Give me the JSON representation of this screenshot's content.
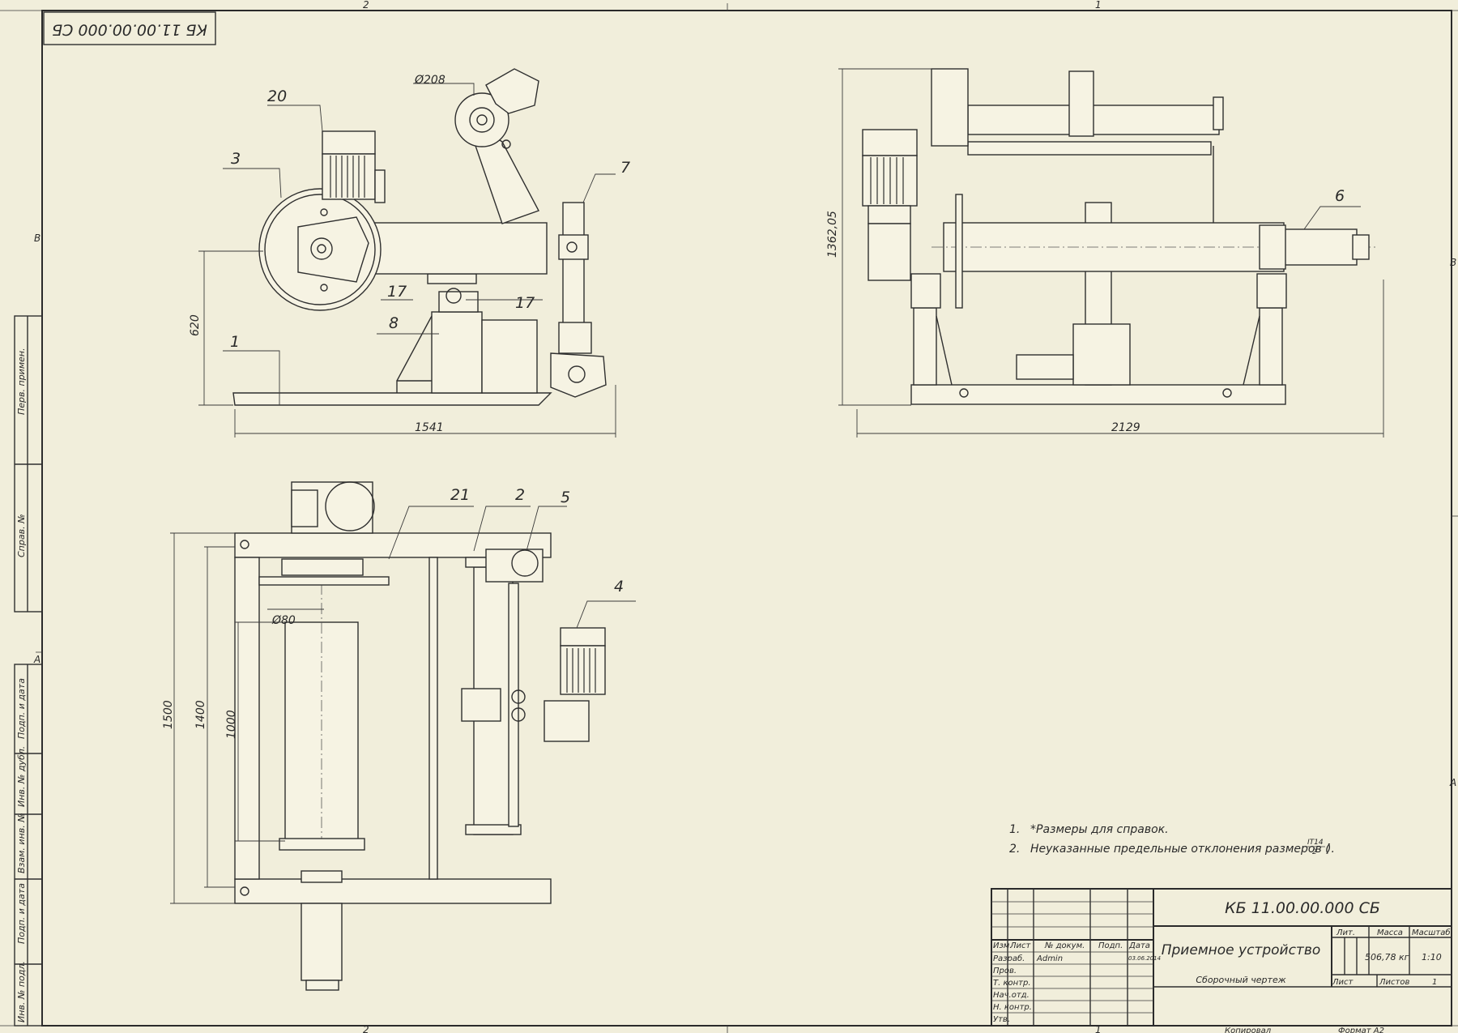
{
  "sheet": {
    "stamp_top_mirrored": "КБ 11.00.00.000 СБ",
    "zone_top": [
      "2",
      "1"
    ],
    "zone_bottom": [
      "2",
      "1"
    ],
    "zone_left": [
      "B",
      "A"
    ],
    "zone_right": [
      "B",
      "A"
    ]
  },
  "side_strip": [
    "Перв. примен.",
    "Справ. №",
    "Подп. и дата",
    "Инв. № дубл.",
    "Взам. инв. №",
    "Подп. и дата",
    "Инв. № подл."
  ],
  "views": {
    "side": {
      "balloons": [
        "20",
        "3",
        "7",
        "17",
        "17",
        "8",
        "1"
      ],
      "dims": {
        "diameter": "Ø208",
        "height": "620",
        "length": "1541"
      }
    },
    "front": {
      "balloons": [
        "6"
      ],
      "dims": {
        "height": "1362,05",
        "length": "2129"
      }
    },
    "top": {
      "balloons": [
        "21",
        "2",
        "5",
        "4"
      ],
      "dims": {
        "diameter": "Ø80",
        "d1500": "1500",
        "d1400": "1400",
        "d1000": "1000"
      }
    }
  },
  "notes": [
    {
      "num": "1.",
      "text": "*Размеры для справок."
    },
    {
      "num": "2.",
      "text": "Неуказанные предельные отклонения размеров (",
      "frac_top": "IT14",
      "frac_bottom": "2",
      "tail": ")."
    }
  ],
  "title_block": {
    "designation": "КБ 11.00.00.000 СБ",
    "name": "Приемное устройство",
    "doc_type": "Сборочный чертеж",
    "headers": {
      "izm": "Изм.",
      "list": "Лист",
      "ndoc": "№ докум.",
      "podp": "Подп.",
      "date": "Дата"
    },
    "rows": [
      "Разраб.",
      "Пров.",
      "Т. контр.",
      "Нач.отд.",
      "Н. контр.",
      "Утв."
    ],
    "developer": "Admin",
    "dev_date": "03.06.2014",
    "lit": "Лит.",
    "mass_label": "Масса",
    "scale_label": "Масштаб",
    "mass": "506,78 кг",
    "scale": "1:10",
    "sheet_label": "Лист",
    "sheets_label": "Листов",
    "sheets": "1",
    "copied": "Копировал",
    "format": "Формат A2"
  }
}
